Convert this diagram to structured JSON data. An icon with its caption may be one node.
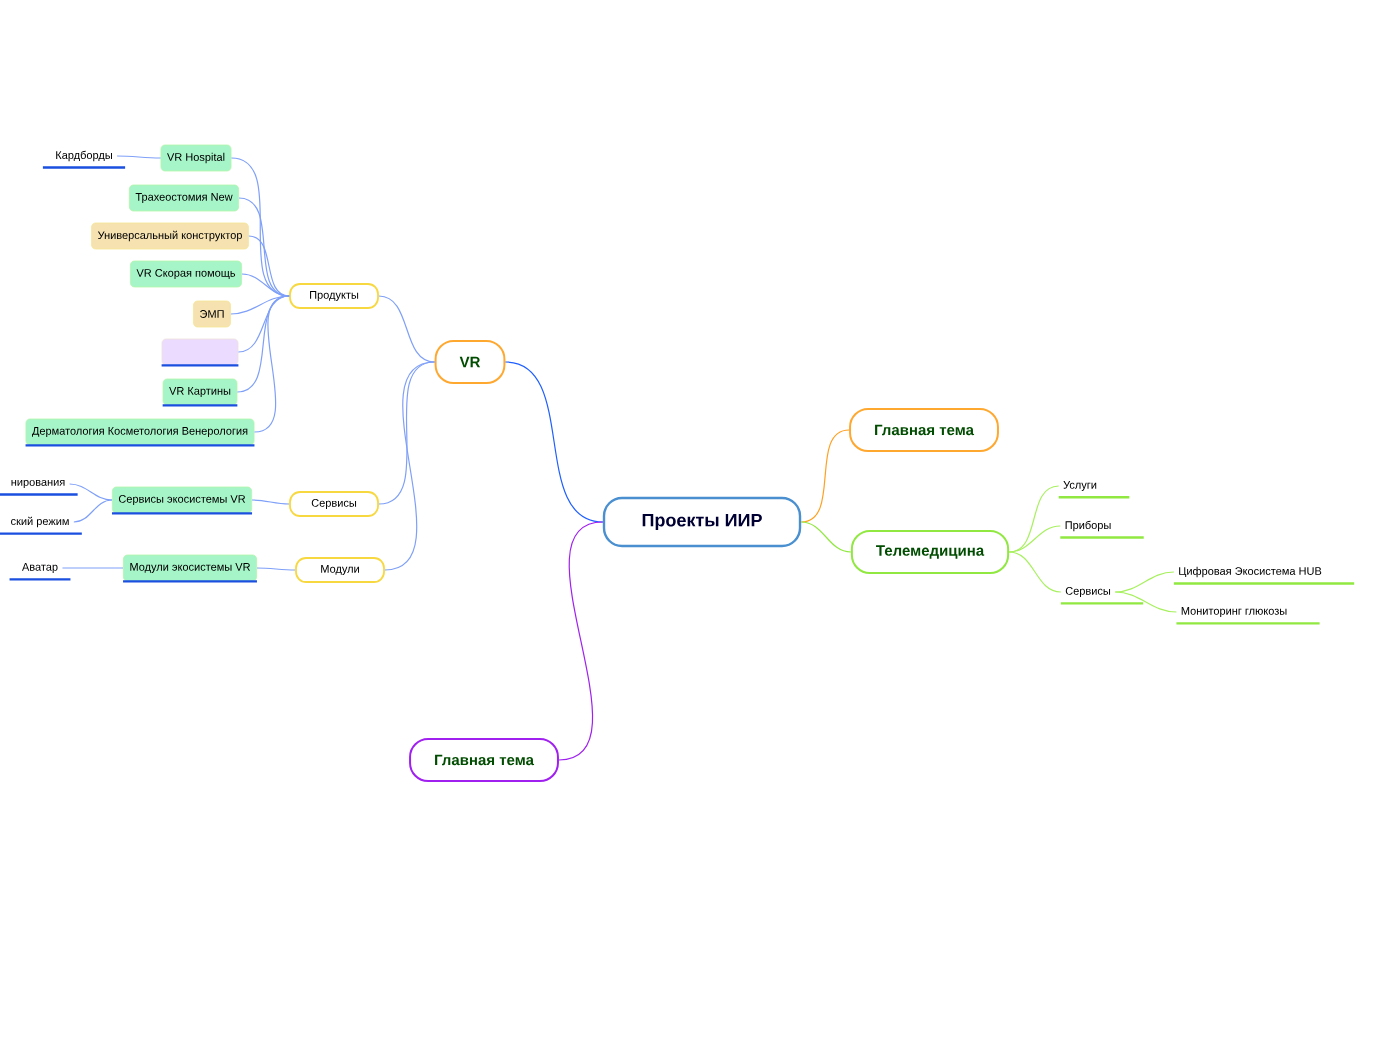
{
  "diagram": {
    "nodes": [
      {
        "text": [
          "Проекты ИИР"
        ]
      },
      {
        "text": [
          "VR"
        ]
      },
      {
        "text": [
          "Продукты"
        ]
      },
      {
        "text": [
          "VR Hospital"
        ]
      },
      {
        "text": [
          "Кардборды"
        ]
      },
      {
        "text": [
          "Трахеостомия New"
        ]
      },
      {
        "text": [
          "Универсальный конструктор"
        ]
      },
      {
        "text": [
          "VR Скорая помощь"
        ]
      },
      {
        "text": [
          "ЭМП"
        ]
      },
      {
        "text": [],
        "shape": "box"
      },
      {
        "text": [
          "VR Картины"
        ]
      },
      {
        "text": [
          "Дерматология Косметология Венерология"
        ]
      },
      {
        "text": [
          "Сервисы"
        ]
      },
      {
        "text": [
          "Сервисы экосистемы VR"
        ]
      },
      {
        "text": [
          "нирования"
        ]
      },
      {
        "text": [
          "ский режим"
        ]
      },
      {
        "text": [
          "Модули"
        ]
      },
      {
        "text": [
          "Модули экосистемы VR"
        ]
      },
      {
        "text": [
          "Аватар"
        ]
      },
      {
        "text": [
          "Главная тема"
        ]
      },
      {
        "text": [
          "Телемедицина"
        ]
      },
      {
        "text": [
          "Услуги"
        ]
      },
      {
        "text": [
          "Приборы"
        ]
      },
      {
        "text": [
          "Сервисы"
        ]
      },
      {
        "text": [
          "Цифровая Экосистема HUB"
        ]
      },
      {
        "text": [
          "Мониторинг глюкозы"
        ]
      },
      {
        "text": [
          "Главная тема"
        ]
      }
    ],
    "edges": [
      {
        "from": 0,
        "to": 1,
        "arrow": "none",
        "color": "#1f5fff"
      },
      {
        "from": 0,
        "to": 19,
        "arrow": "none",
        "color": "#ffa020"
      },
      {
        "from": 0,
        "to": 20,
        "arrow": "none",
        "color": "#90e840"
      },
      {
        "from": 0,
        "to": 26,
        "arrow": "none",
        "color": "#a020f0"
      },
      {
        "from": 1,
        "to": 2,
        "arrow": "none"
      },
      {
        "from": 1,
        "to": 12,
        "arrow": "none"
      },
      {
        "from": 1,
        "to": 16,
        "arrow": "none"
      },
      {
        "from": 2,
        "to": 3,
        "arrow": "none"
      },
      {
        "from": 2,
        "to": 5,
        "arrow": "none"
      },
      {
        "from": 2,
        "to": 6,
        "arrow": "none"
      },
      {
        "from": 2,
        "to": 7,
        "arrow": "none"
      },
      {
        "from": 2,
        "to": 8,
        "arrow": "none"
      },
      {
        "from": 2,
        "to": 9,
        "arrow": "none"
      },
      {
        "from": 2,
        "to": 10,
        "arrow": "none"
      },
      {
        "from": 2,
        "to": 11,
        "arrow": "none"
      },
      {
        "from": 3,
        "to": 4,
        "arrow": "none"
      },
      {
        "from": 12,
        "to": 13,
        "arrow": "none"
      },
      {
        "from": 13,
        "to": 14,
        "arrow": "none"
      },
      {
        "from": 13,
        "to": 15,
        "arrow": "none"
      },
      {
        "from": 16,
        "to": 17,
        "arrow": "none"
      },
      {
        "from": 17,
        "to": 18,
        "arrow": "none"
      },
      {
        "from": 20,
        "to": 21,
        "arrow": "none",
        "color": "#a8f060"
      },
      {
        "from": 20,
        "to": 22,
        "arrow": "none",
        "color": "#a8f060"
      },
      {
        "from": 20,
        "to": 23,
        "arrow": "none",
        "color": "#a8f060"
      },
      {
        "from": 23,
        "to": 24,
        "arrow": "none",
        "color": "#a8f060"
      },
      {
        "from": 23,
        "to": 25,
        "arrow": "none",
        "color": "#a8f060"
      }
    ]
  }
}
